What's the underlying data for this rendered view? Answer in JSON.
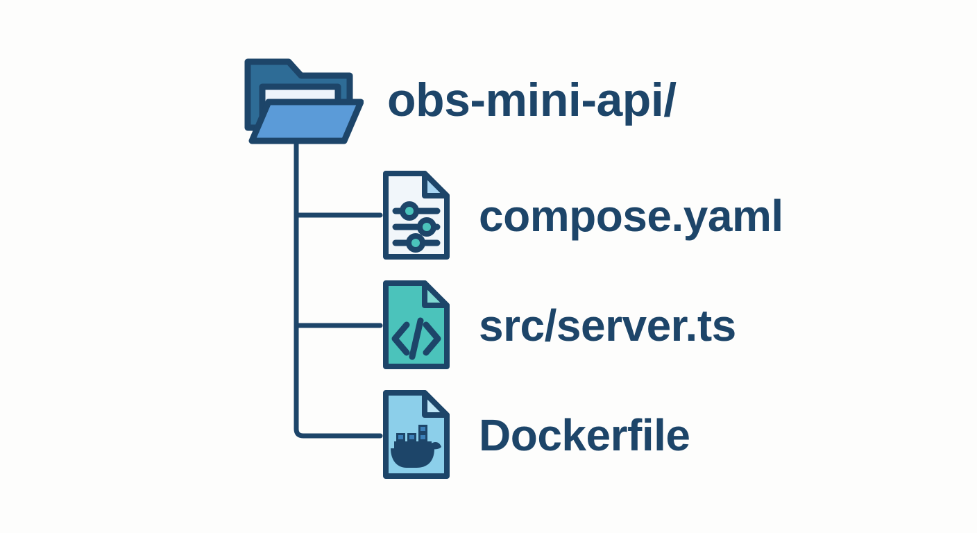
{
  "diagram": {
    "type": "file-tree",
    "title": "obs-mini-api project file tree",
    "background_color": "#fdfdfc",
    "line_color": "#1d4569",
    "text_color": "#1d4569",
    "root": {
      "label": "obs-mini-api/",
      "icon": "open-folder-icon",
      "icon_colors": {
        "back": "#2e6c96",
        "front": "#5b9bd8",
        "paper": "#eef4fb",
        "outline": "#1d4569"
      }
    },
    "children": [
      {
        "label": "compose.yaml",
        "icon": "config-file-icon",
        "icon_colors": {
          "page": "#f1f6fa",
          "fold": "#a8d5f2",
          "glyph": "#1d4569",
          "knob": "#4bc3bb",
          "outline": "#1d4569"
        }
      },
      {
        "label": "src/server.ts",
        "icon": "code-file-icon",
        "icon_colors": {
          "page": "#4bc3bb",
          "fold": "#7fd8d1",
          "glyph": "#1d4569",
          "outline": "#1d4569"
        }
      },
      {
        "label": "Dockerfile",
        "icon": "docker-file-icon",
        "icon_colors": {
          "page": "#8ccfea",
          "fold": "#bde5f5",
          "glyph": "#1d4569",
          "container": "#3b7fb8",
          "outline": "#1d4569"
        }
      }
    ]
  }
}
